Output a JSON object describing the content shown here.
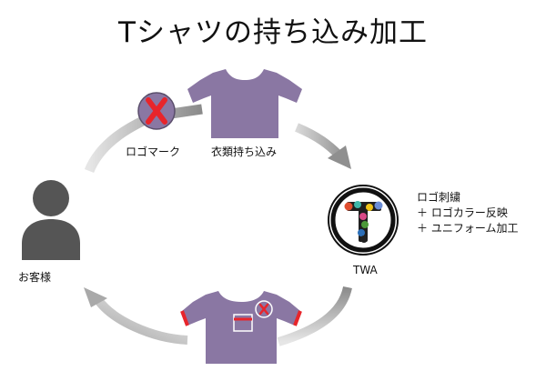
{
  "title": "Tシャツの持ち込み加工",
  "nodes": {
    "logo_mark": "ロゴマーク",
    "clothes": "衣類持ち込み",
    "customer": "お客様",
    "twa": "TWA"
  },
  "services": [
    "ロゴ刺繍",
    "＋ ロゴカラー反映",
    "＋ ユニフォーム加工"
  ],
  "icons": {
    "shirt_color": "#8a77a3",
    "accent_red": "#e8252b",
    "arrow_gray": "#a3a3a3",
    "person_color": "#555555"
  }
}
